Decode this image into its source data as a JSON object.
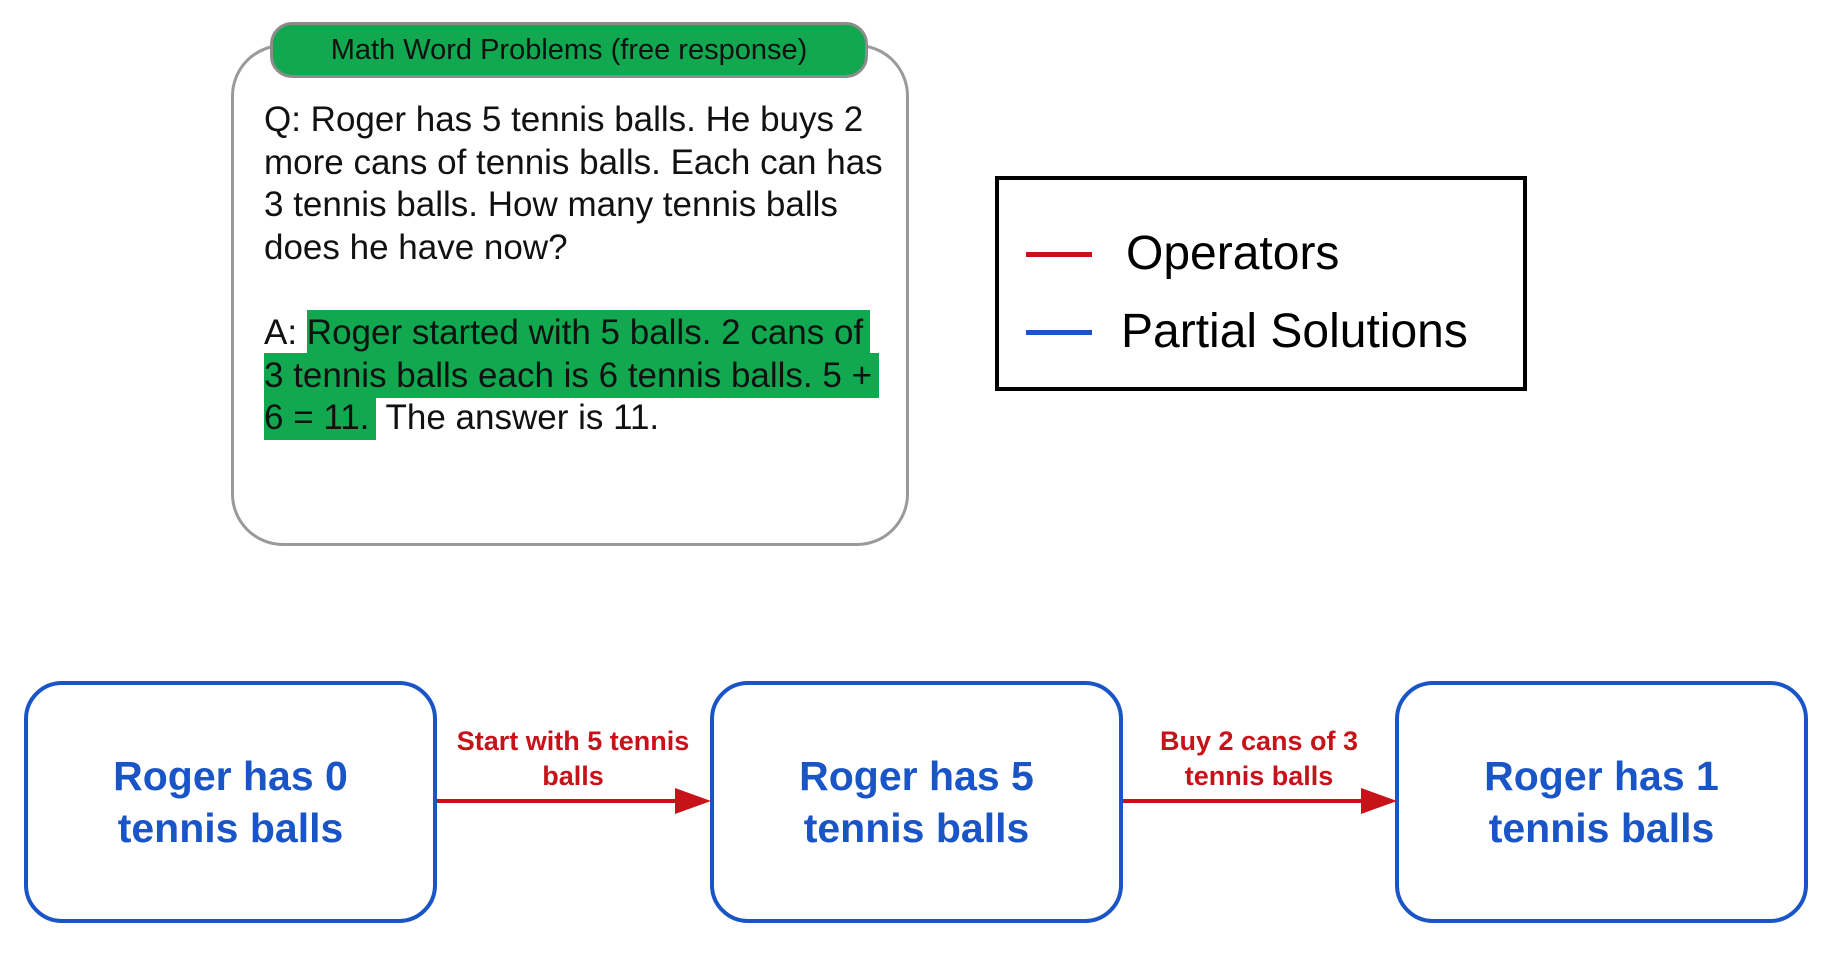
{
  "problem_card": {
    "title": "Math Word Problems (free response)",
    "question": "Q: Roger has 5 tennis balls. He buys 2 more cans of tennis balls. Each can has 3 tennis balls. How many tennis balls does he have now?",
    "answer_prefix": "A: ",
    "answer_highlighted": "Roger started with 5 balls. 2 cans of 3 tennis balls each is 6 tennis balls. 5 + 6 = 11.",
    "answer_rest": " The answer is 11.",
    "highlight_color": "#11a84f"
  },
  "legend": {
    "items": [
      {
        "label": "Operators",
        "color": "#c8121a"
      },
      {
        "label": "Partial Solutions",
        "color": "#1a55c8"
      }
    ]
  },
  "flow": {
    "node_color": "#1a55c8",
    "edge_color": "#c8121a",
    "nodes": [
      {
        "label": "Roger has 0 tennis balls"
      },
      {
        "label": "Roger has 5 tennis balls"
      },
      {
        "label": "Roger has 1 tennis balls"
      }
    ],
    "edges": [
      {
        "label": "Start with 5 tennis balls"
      },
      {
        "label": "Buy 2 cans of 3 tennis balls"
      }
    ]
  }
}
